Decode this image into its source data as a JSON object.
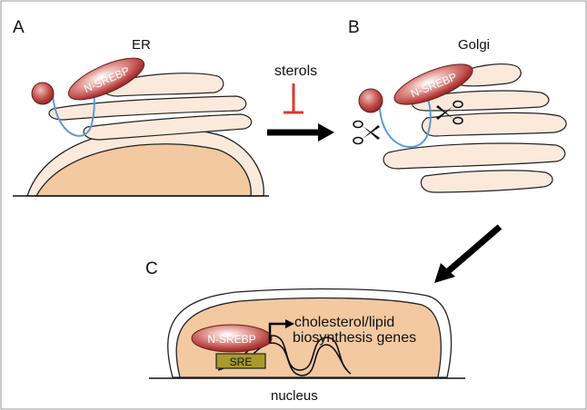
{
  "panels": {
    "a": {
      "letter": "A",
      "title": "ER"
    },
    "b": {
      "letter": "B",
      "title": "Golgi"
    },
    "c": {
      "letter": "C",
      "title": "nucleus"
    }
  },
  "inhibitor": {
    "label": "sterols"
  },
  "protein": {
    "label": "N-SREBP"
  },
  "element": {
    "label": "SRE"
  },
  "target_genes": {
    "line1": "cholesterol/lipid",
    "line2": "biosynthesis genes"
  },
  "colors": {
    "membrane_fill": "#fbeadc",
    "nucleus_fill": "#f2c9a1",
    "protein_red": "#b8403e",
    "loop_blue": "#5b9bd5",
    "inhibit_red": "#e2352c",
    "sre_fill": "#a89a2c"
  },
  "icons": [
    "scissors-icon",
    "arrow-icon",
    "inhibition-bar-icon",
    "transcription-arrow-icon"
  ]
}
